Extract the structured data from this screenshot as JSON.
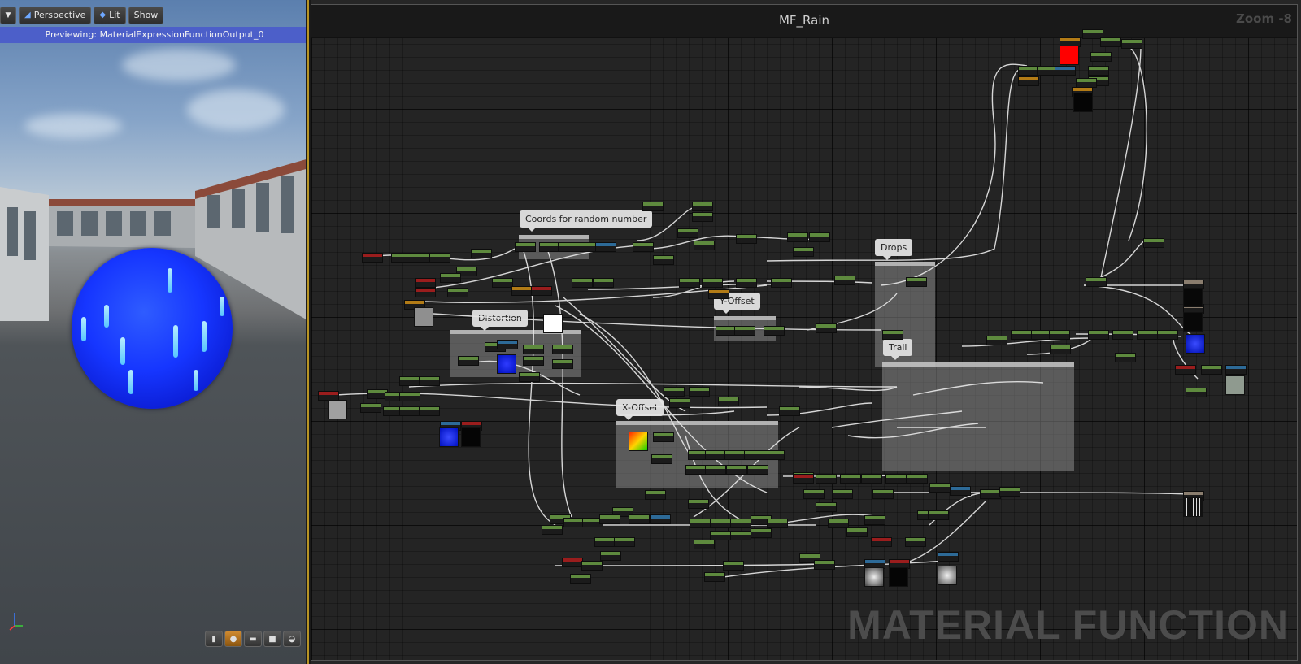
{
  "viewport": {
    "toolbar": {
      "menu_icon": "chevron-down-icon",
      "perspective_label": "Perspective",
      "lit_label": "Lit",
      "show_label": "Show"
    },
    "preview_text": "Previewing: MaterialExpressionFunctionOutput_0",
    "bottom_buttons": [
      "cylinder-icon",
      "sphere-icon",
      "plane-icon",
      "cube-icon",
      "teapot-icon"
    ]
  },
  "graph": {
    "title": "MF_Rain",
    "zoom": "Zoom -8",
    "watermark": "MATERIAL FUNCTION",
    "comments": {
      "coords": "Coords for random number",
      "distortion": "Distortion",
      "y_offset": "Y-Offset",
      "x_offset": "X-Offset",
      "drops": "Drops",
      "trail": "Trail"
    }
  },
  "colors": {
    "preview_bar": "#4c5fc9",
    "node_header_green": "#5e8a3e",
    "node_header_red": "#9a1d1d",
    "accent_output": "#ff0000",
    "sphere_blue": "#1636ff"
  }
}
